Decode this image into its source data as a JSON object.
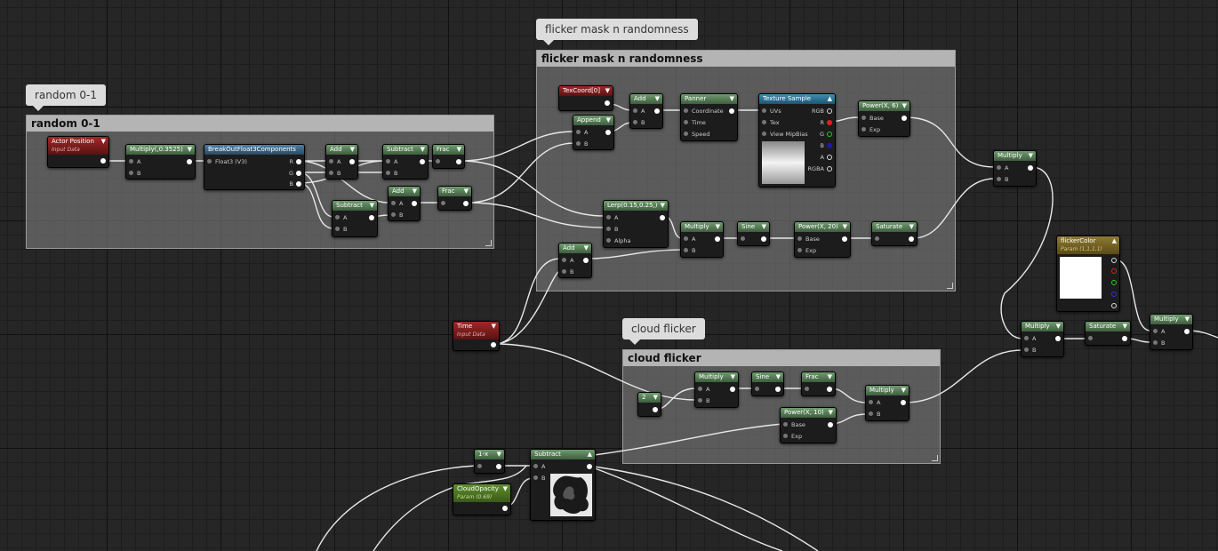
{
  "comments": {
    "random": "random 0-1",
    "flicker": "flicker mask n randomness",
    "cloud": "cloud flicker"
  },
  "nodes": {
    "actor_position": {
      "title": "Actor Position",
      "sub": "Input Data"
    },
    "multiply_const": {
      "title": "Multiply(,0.3525)",
      "a": "A",
      "b": "B"
    },
    "breakout": {
      "title": "BreakOutFloat3Components",
      "in": "Float3 (V3)",
      "r": "R",
      "g": "G",
      "b": "B"
    },
    "add_1": {
      "title": "Add",
      "a": "A",
      "b": "B"
    },
    "subtract_1": {
      "title": "Subtract",
      "a": "A",
      "b": "B"
    },
    "frac_1": {
      "title": "Frac"
    },
    "subtract_2": {
      "title": "Subtract",
      "a": "A",
      "b": "B"
    },
    "add_2": {
      "title": "Add",
      "a": "A",
      "b": "B"
    },
    "frac_2": {
      "title": "Frac"
    },
    "texcoord": {
      "title": "TexCoord[0]"
    },
    "append": {
      "title": "Append",
      "a": "A",
      "b": "B"
    },
    "add_3": {
      "title": "Add",
      "a": "A",
      "b": "B"
    },
    "panner": {
      "title": "Panner",
      "coord": "Coordinate",
      "time": "Time",
      "speed": "Speed"
    },
    "texture_sample": {
      "title": "Texture Sample",
      "uvs": "UVs",
      "tex": "Tex",
      "mip": "View MipBias",
      "rgb": "RGB",
      "r": "R",
      "g": "G",
      "b": "B",
      "a": "A",
      "rgba": "RGBA"
    },
    "power_6": {
      "title": "Power(X, 6)",
      "base": "Base",
      "exp": "Exp"
    },
    "lerp": {
      "title": "Lerp(0.15,0.25,)",
      "a": "A",
      "b": "B",
      "alpha": "Alpha"
    },
    "multiply_1": {
      "title": "Multiply",
      "a": "A",
      "b": "B"
    },
    "sine_1": {
      "title": "Sine"
    },
    "power_20": {
      "title": "Power(X, 20)",
      "base": "Base",
      "exp": "Exp"
    },
    "saturate_1": {
      "title": "Saturate"
    },
    "add_4": {
      "title": "Add",
      "a": "A",
      "b": "B"
    },
    "multiply_2": {
      "title": "Multiply",
      "a": "A",
      "b": "B"
    },
    "flicker_color": {
      "title": "flickerColor",
      "sub": "Param (1,1,1,1)"
    },
    "time": {
      "title": "Time",
      "sub": "Input Data"
    },
    "const_2": {
      "title": "2"
    },
    "multiply_3": {
      "title": "Multiply",
      "a": "A",
      "b": "B"
    },
    "sine_2": {
      "title": "Sine"
    },
    "frac_3": {
      "title": "Frac"
    },
    "power_10": {
      "title": "Power(X, 10)",
      "base": "Base",
      "exp": "Exp"
    },
    "multiply_4": {
      "title": "Multiply",
      "a": "A",
      "b": "B"
    },
    "multiply_5": {
      "title": "Multiply",
      "a": "A",
      "b": "B"
    },
    "saturate_2": {
      "title": "Saturate"
    },
    "multiply_6": {
      "title": "Multiply",
      "a": "A",
      "b": "B"
    },
    "one_minus": {
      "title": "1-x"
    },
    "cloud_opacity": {
      "title": "CloudOpacity",
      "sub": "Param (0.69)"
    },
    "subtract_3": {
      "title": "Subtract",
      "a": "A",
      "b": "B"
    }
  }
}
